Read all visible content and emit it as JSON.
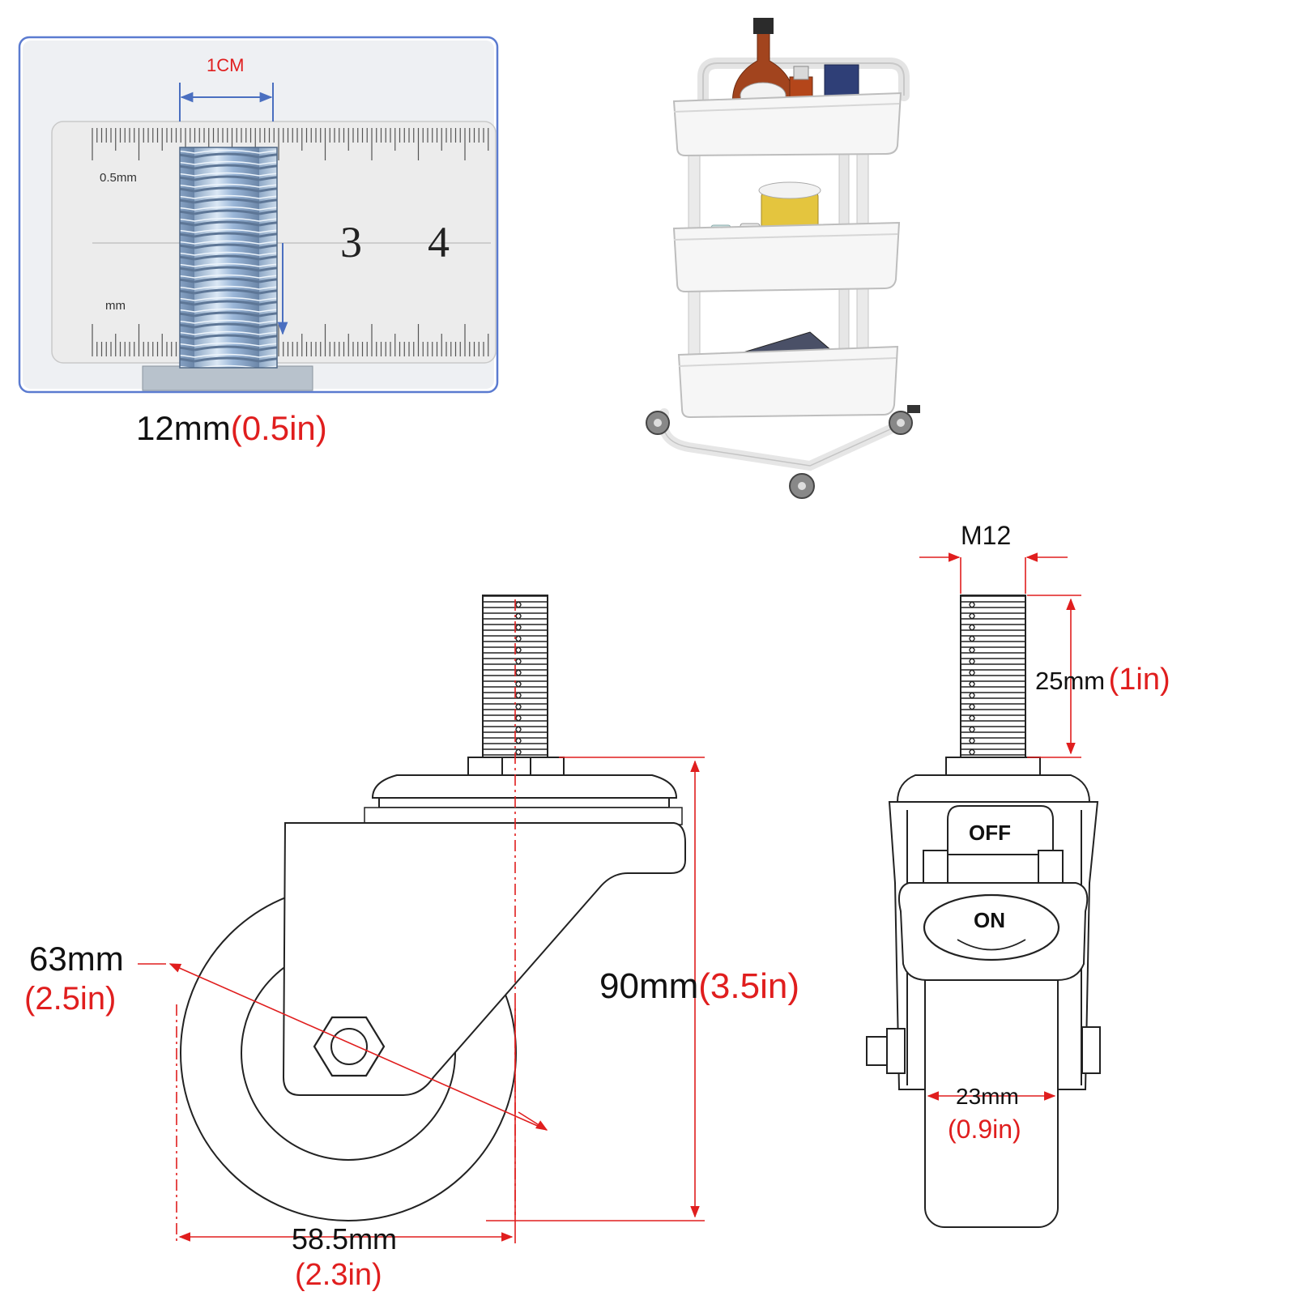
{
  "ruler_panel": {
    "measure_label": "1CM",
    "ruler_text_upper": "0.5mm",
    "ruler_text_lower": "mm",
    "ruler_digit_a": "3",
    "ruler_digit_b": "4",
    "caption_metric": "12mm",
    "caption_imperial": "(0.5in)"
  },
  "side_view": {
    "wheel_diameter_metric": "63mm",
    "wheel_diameter_imperial": "(2.5in)",
    "total_height_metric": "90mm",
    "total_height_imperial": "(3.5in)",
    "wheel_width_metric": "58.5mm",
    "wheel_width_imperial": "(2.3in)"
  },
  "front_view": {
    "thread_label": "M12",
    "stem_length_metric": "25mm",
    "stem_length_imperial": "(1in)",
    "brake_off_label": "OFF",
    "brake_on_label": "ON",
    "tread_width_metric": "23mm",
    "tread_width_imperial": "(0.9in)"
  },
  "colors": {
    "dimension_red": "#e01e1e",
    "drawing_line": "#222222",
    "panel_border": "#5b7bd0"
  }
}
